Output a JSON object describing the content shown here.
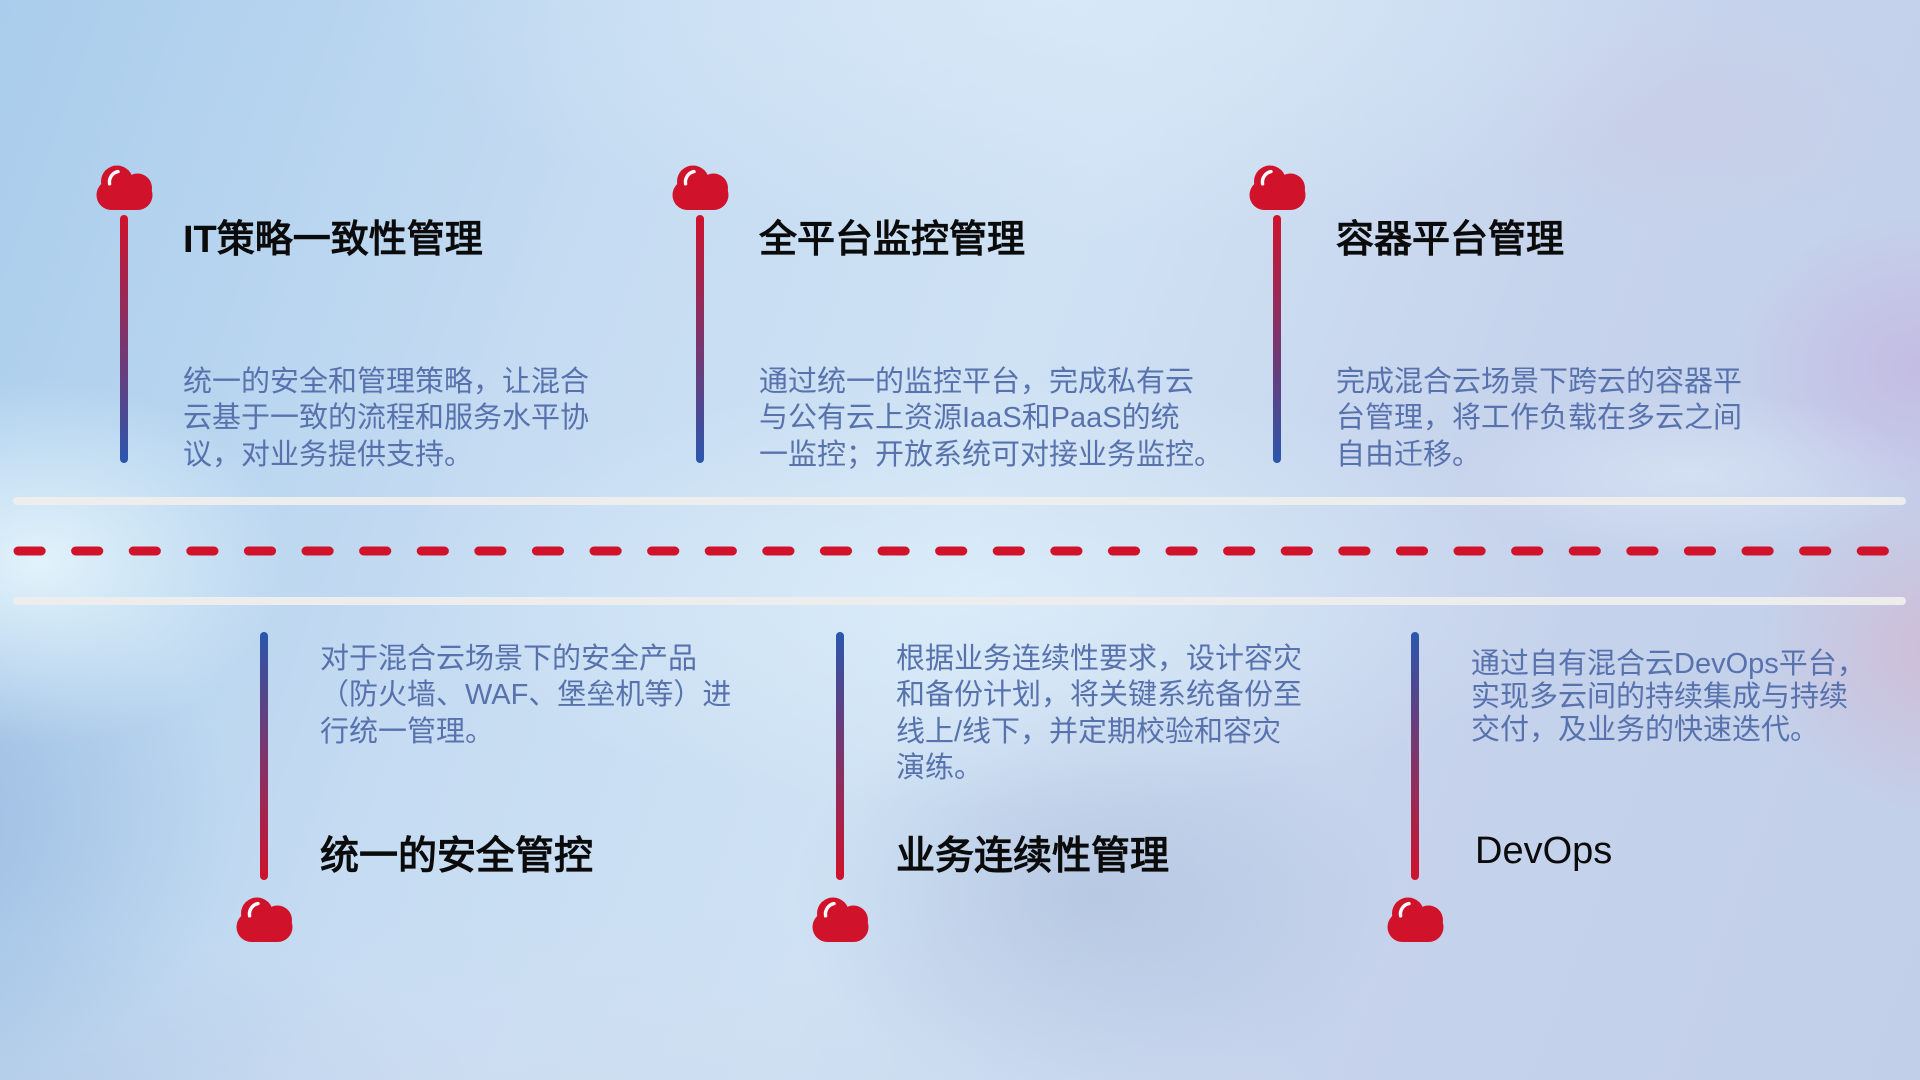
{
  "icons": {
    "column_marker": "cloud"
  },
  "colors": {
    "red": "#d0122b",
    "blue": "#2a57ac",
    "title_text": "#0b0b0c",
    "body_text": "#5872ae",
    "road_white": "#ededed"
  },
  "top_row": [
    {
      "title": "IT策略一致性管理",
      "description": "统一的安全和管理策略，让混合\n云基于一致的流程和服务水平协\n议，对业务提供支持。"
    },
    {
      "title": "全平台监控管理",
      "description": "通过统一的监控平台，完成私有云\n与公有云上资源IaaS和PaaS的统\n一监控；开放系统可对接业务监控。"
    },
    {
      "title": "容器平台管理",
      "description": "完成混合云场景下跨云的容器平\n台管理，将工作负载在多云之间\n自由迁移。"
    }
  ],
  "bottom_row": [
    {
      "title": "统一的安全管控",
      "description": "对于混合云场景下的安全产品\n（防火墙、WAF、堡垒机等）进\n行统一管理。"
    },
    {
      "title": "业务连续性管理",
      "description": "根据业务连续性要求，设计容灾\n和备份计划，将关键系统备份至\n线上/线下，并定期校验和容灾\n演练。"
    },
    {
      "title": "DevOps",
      "description": "通过自有混合云DevOps平台，\n实现多云间的持续集成与持续\n交付，及业务的快速迭代。"
    }
  ]
}
